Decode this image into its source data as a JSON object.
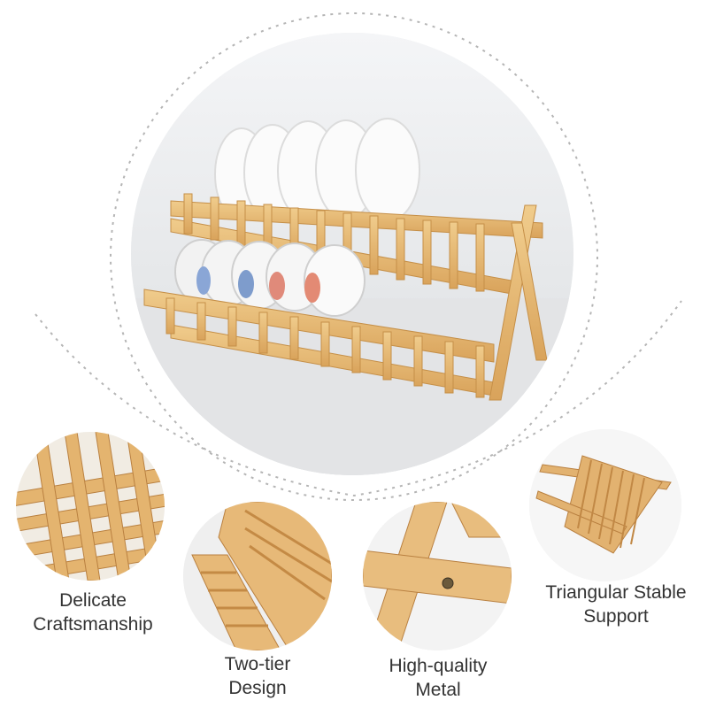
{
  "features": [
    {
      "line1": "Delicate",
      "line2": "Craftsmanship"
    },
    {
      "line1": "Two-tier",
      "line2": "Design"
    },
    {
      "line1": "High-quality",
      "line2": "Metal"
    },
    {
      "line1": "Triangular Stable",
      "line2": "Support"
    }
  ],
  "colors": {
    "bamboo": "#e2b56e",
    "bamboo_dark": "#c9924a",
    "bamboo_light": "#f1cf93",
    "plate": "#f6f6f6",
    "dashed_ring": "#b5b5b5",
    "text": "#333333"
  }
}
